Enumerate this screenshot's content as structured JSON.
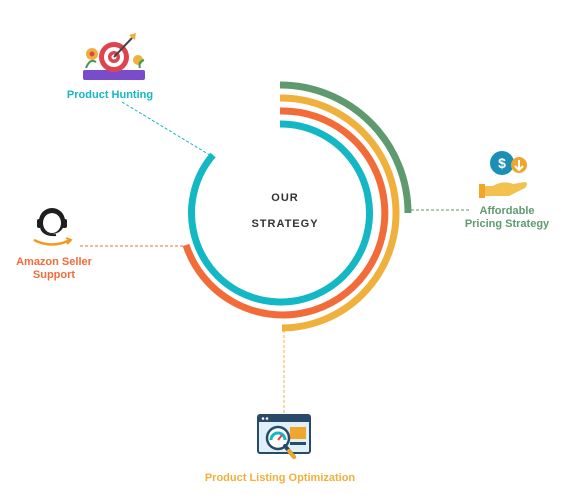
{
  "center": {
    "line1": "OUR",
    "line2": "STRATEGY"
  },
  "strategies": [
    {
      "label": "Product Hunting",
      "color": "#14b7c4",
      "icon": "target-icon"
    },
    {
      "label": "Affordable",
      "label2": "Pricing Strategy",
      "color": "#5e9a6e",
      "icon": "money-hand-icon"
    },
    {
      "label": "Amazon Seller",
      "label2": "Support",
      "color": "#f26c3a",
      "icon": "headset-support-icon"
    },
    {
      "label": "Product Listing Optimization",
      "color": "#f0b03c",
      "icon": "browser-magnifier-icon"
    }
  ],
  "colors": {
    "teal": "#14b7c4",
    "orange": "#f26c3a",
    "yellow": "#f0b03c",
    "green": "#5e9a6e"
  }
}
